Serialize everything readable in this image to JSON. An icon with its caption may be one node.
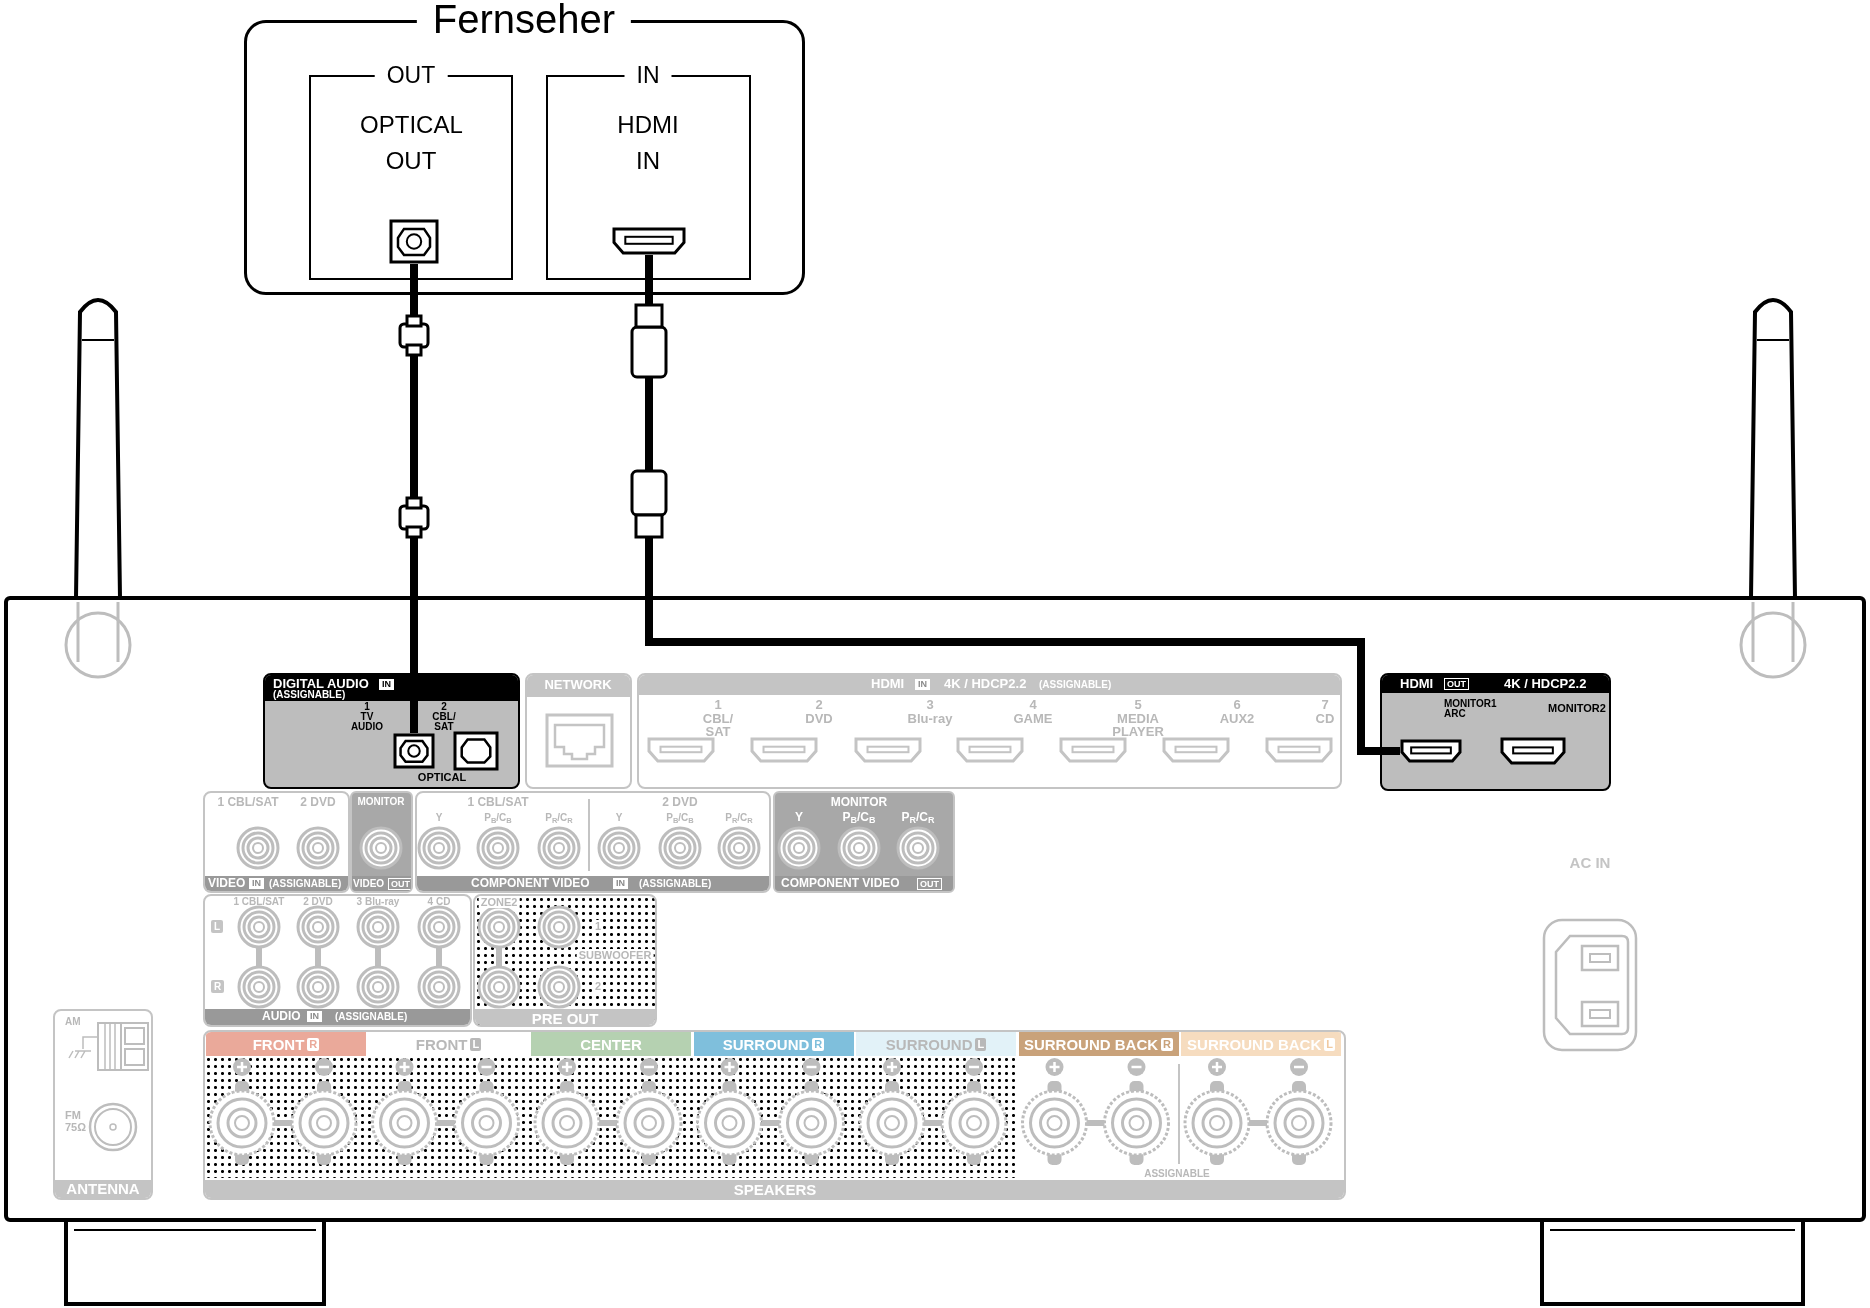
{
  "diagram": {
    "nodes": [
      {
        "text": [
          "Fernseher"
        ]
      },
      {
        "text": [
          "OUT",
          "OPTICAL OUT"
        ],
        "in": 0
      },
      {
        "text": [
          "IN",
          "HDMI IN"
        ],
        "in": 0
      },
      {
        "text": [],
        "shape": "picture",
        "in": 1
      },
      {
        "text": [],
        "shape": "picture",
        "in": 2
      },
      {
        "text": [],
        "shape": "box"
      },
      {
        "text": [
          "DIGITAL AUDIO",
          "IN",
          "(ASSIGNABLE)",
          "1",
          "TV AUDIO",
          "2",
          "CBL/ SAT",
          "OPTICAL"
        ],
        "in": 5
      },
      {
        "text": [],
        "shape": "picture",
        "in": 6
      },
      {
        "text": [
          "NETWORK"
        ],
        "in": 5
      },
      {
        "text": [
          "HDMI",
          "IN",
          "4K / HDCP2.2",
          "(ASSIGNABLE)",
          "1",
          "CBL/ SAT",
          "2",
          "DVD",
          "3",
          "Blu-ray",
          "4",
          "GAME",
          "5",
          "MEDIA PLAYER",
          "6",
          "AUX2",
          "7",
          "CD"
        ],
        "in": 5
      },
      {
        "text": [
          "HDMI",
          "OUT",
          "4K / HDCP2.2",
          "MONITOR1 ARC",
          "MONITOR2"
        ],
        "in": 5
      },
      {
        "text": [],
        "shape": "picture",
        "in": 10
      },
      {
        "text": [
          "1 CBL/SAT",
          "2 DVD",
          "VIDEO",
          "IN",
          "(ASSIGNABLE)"
        ],
        "in": 5
      },
      {
        "text": [
          "MONITOR",
          "VIDEO",
          "OUT"
        ],
        "in": 5
      },
      {
        "text": [
          "1 CBL/SAT",
          "Y",
          "P$_{B}$/C$_{B}$",
          "P$_{R}$/C$_{R}$",
          "2 DVD",
          "Y",
          "P$_{B}$/C$_{B}$",
          "P$_{R}$/C$_{R}$",
          "COMPONENT VIDEO",
          "IN",
          "(ASSIGNABLE)"
        ],
        "in": 5
      },
      {
        "text": [
          "MONITOR",
          "Y",
          "P$_{B}$/C$_{B}$",
          "P$_{R}$/C$_{R}$",
          "COMPONENT VIDEO",
          "OUT"
        ],
        "in": 5
      },
      {
        "text": [
          "1 CBL/SAT",
          "2 DVD",
          "3 Blu-ray",
          "4 CD",
          "L",
          "R",
          "AUDIO",
          "IN",
          "(ASSIGNABLE)"
        ],
        "in": 5
      },
      {
        "text": [
          "ZONE2",
          "1",
          "SUBWOOFER",
          "2",
          "PRE OUT"
        ],
        "in": 5
      },
      {
        "text": [
          "FRONT",
          "R",
          "FRONT",
          "L",
          "CENTER",
          "SURROUND",
          "R",
          "SURROUND",
          "L",
          "SURROUND BACK",
          "R",
          "SURROUND BACK",
          "L",
          "ASSIGNABLE",
          "SPEAKERS"
        ],
        "in": 5
      },
      {
        "text": [
          "AM",
          "FM 75Ω",
          "ANTENNA"
        ],
        "in": 5
      }
    ],
    "edges": [
      {
        "from": 3,
        "to": 7,
        "arrow": "none"
      },
      {
        "from": 4,
        "to": 11,
        "arrow": "none"
      }
    ],
    "labels": [
      "AC IN"
    ]
  }
}
